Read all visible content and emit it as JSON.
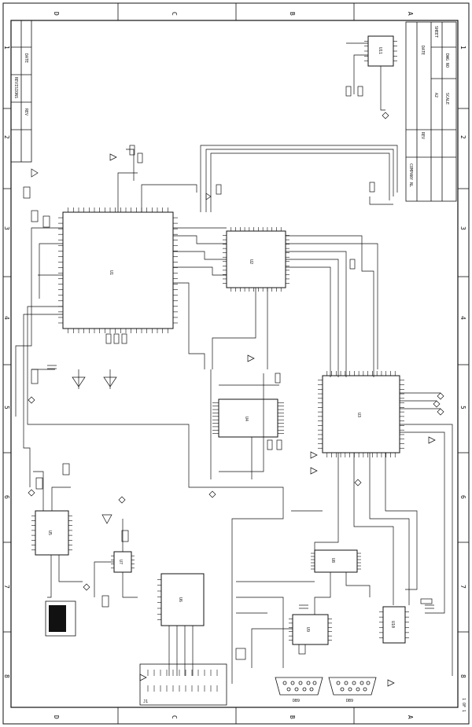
{
  "border": {
    "top_letters": [
      "D",
      "C",
      "B",
      "A"
    ],
    "bottom_letters": [
      "D",
      "C",
      "B",
      "A"
    ],
    "left_numbers": [
      "1",
      "2",
      "3",
      "4",
      "5",
      "6",
      "7",
      "8"
    ],
    "right_numbers": [
      "1",
      "2",
      "3",
      "4",
      "5",
      "6",
      "7",
      "8"
    ]
  },
  "title_block": {
    "company": "COMPANY NL",
    "sheet": "SHEET",
    "revision": "REV",
    "size": "A2",
    "scale": "SCALE",
    "drawing_no": "DWG NO",
    "date": "DATE"
  },
  "revision_box": {
    "header": "REVISIONS",
    "col_rev": "REV",
    "col_date": "DATE"
  },
  "chips": {
    "u1": "U1",
    "u2": "U2",
    "u3": "U3",
    "u4": "U4",
    "u5": "U5",
    "u6": "U6",
    "u7": "U7",
    "u8": "U8",
    "u9": "U9",
    "u10": "U10",
    "u11": "U11"
  },
  "connectors": {
    "db9_left": "DB9",
    "db9_right": "DB9",
    "header": "J1"
  },
  "footer": "1 OF 1"
}
